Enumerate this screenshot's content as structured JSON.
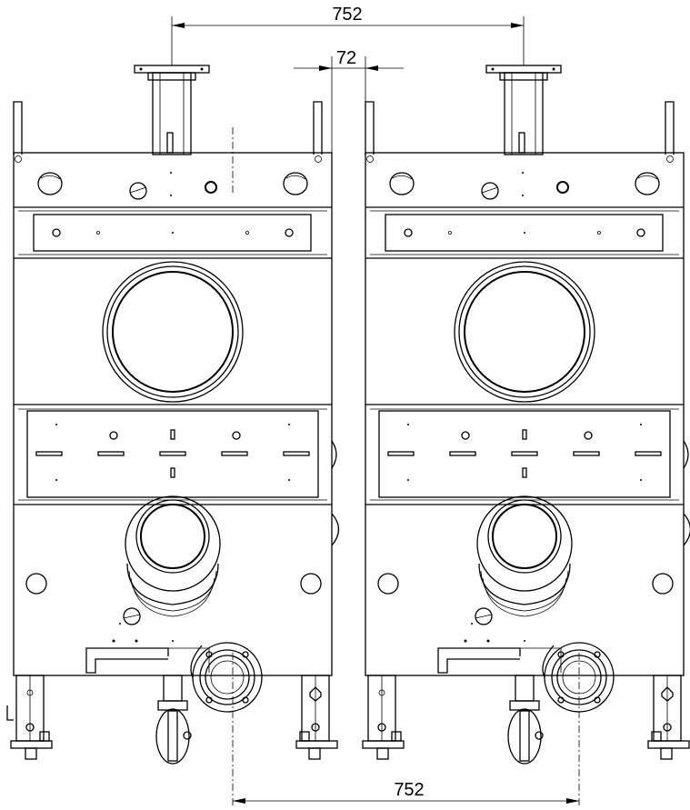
{
  "dimensions": {
    "top_spacing": "752",
    "gap": "72",
    "bottom_spacing": "752"
  }
}
